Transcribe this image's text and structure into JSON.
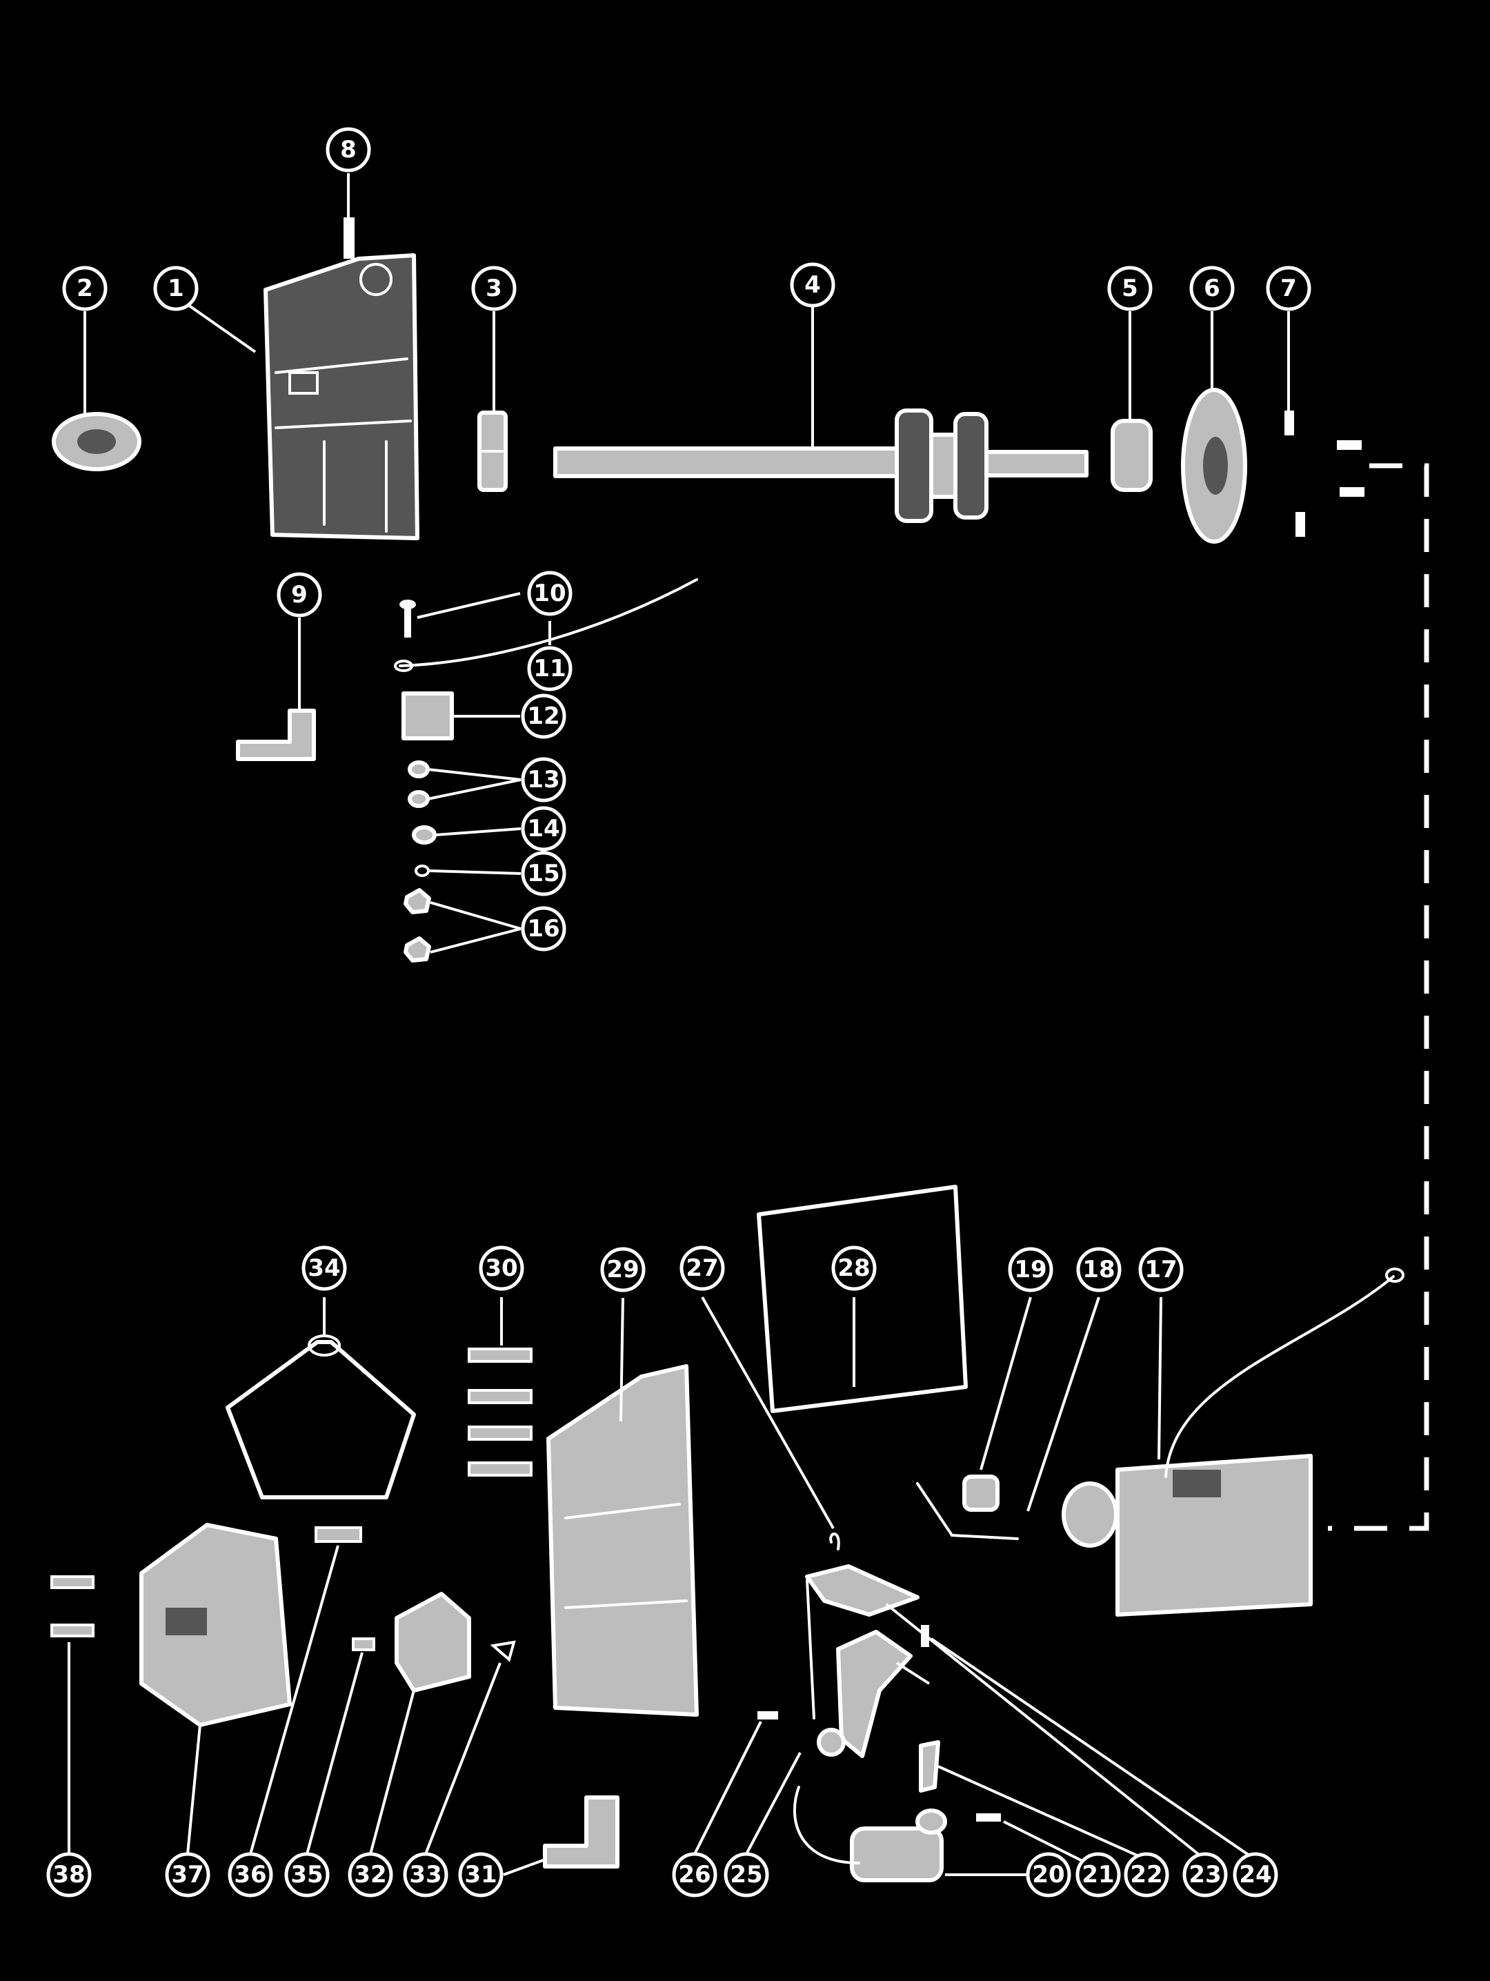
{
  "callouts": [
    {
      "id": "1",
      "label": "1"
    },
    {
      "id": "2",
      "label": "2"
    },
    {
      "id": "3",
      "label": "3"
    },
    {
      "id": "4",
      "label": "4"
    },
    {
      "id": "5",
      "label": "5"
    },
    {
      "id": "6",
      "label": "6"
    },
    {
      "id": "7",
      "label": "7"
    },
    {
      "id": "8",
      "label": "8"
    },
    {
      "id": "9",
      "label": "9"
    },
    {
      "id": "10",
      "label": "10"
    },
    {
      "id": "11",
      "label": "11"
    },
    {
      "id": "12",
      "label": "12"
    },
    {
      "id": "13",
      "label": "13"
    },
    {
      "id": "14",
      "label": "14"
    },
    {
      "id": "15",
      "label": "15"
    },
    {
      "id": "16",
      "label": "16"
    },
    {
      "id": "17",
      "label": "17"
    },
    {
      "id": "18",
      "label": "18"
    },
    {
      "id": "19",
      "label": "19"
    },
    {
      "id": "20",
      "label": "20"
    },
    {
      "id": "21",
      "label": "21"
    },
    {
      "id": "22",
      "label": "22"
    },
    {
      "id": "23",
      "label": "23"
    },
    {
      "id": "24",
      "label": "24"
    },
    {
      "id": "25",
      "label": "25"
    },
    {
      "id": "26",
      "label": "26"
    },
    {
      "id": "27",
      "label": "27"
    },
    {
      "id": "28",
      "label": "28"
    },
    {
      "id": "29",
      "label": "29"
    },
    {
      "id": "30",
      "label": "30"
    },
    {
      "id": "31",
      "label": "31"
    },
    {
      "id": "32",
      "label": "32"
    },
    {
      "id": "33",
      "label": "33"
    },
    {
      "id": "34",
      "label": "34"
    },
    {
      "id": "35",
      "label": "35"
    },
    {
      "id": "36",
      "label": "36"
    },
    {
      "id": "37",
      "label": "37"
    },
    {
      "id": "38",
      "label": "38"
    }
  ],
  "colors": {
    "background": "#000000",
    "line": "#ffffff"
  }
}
